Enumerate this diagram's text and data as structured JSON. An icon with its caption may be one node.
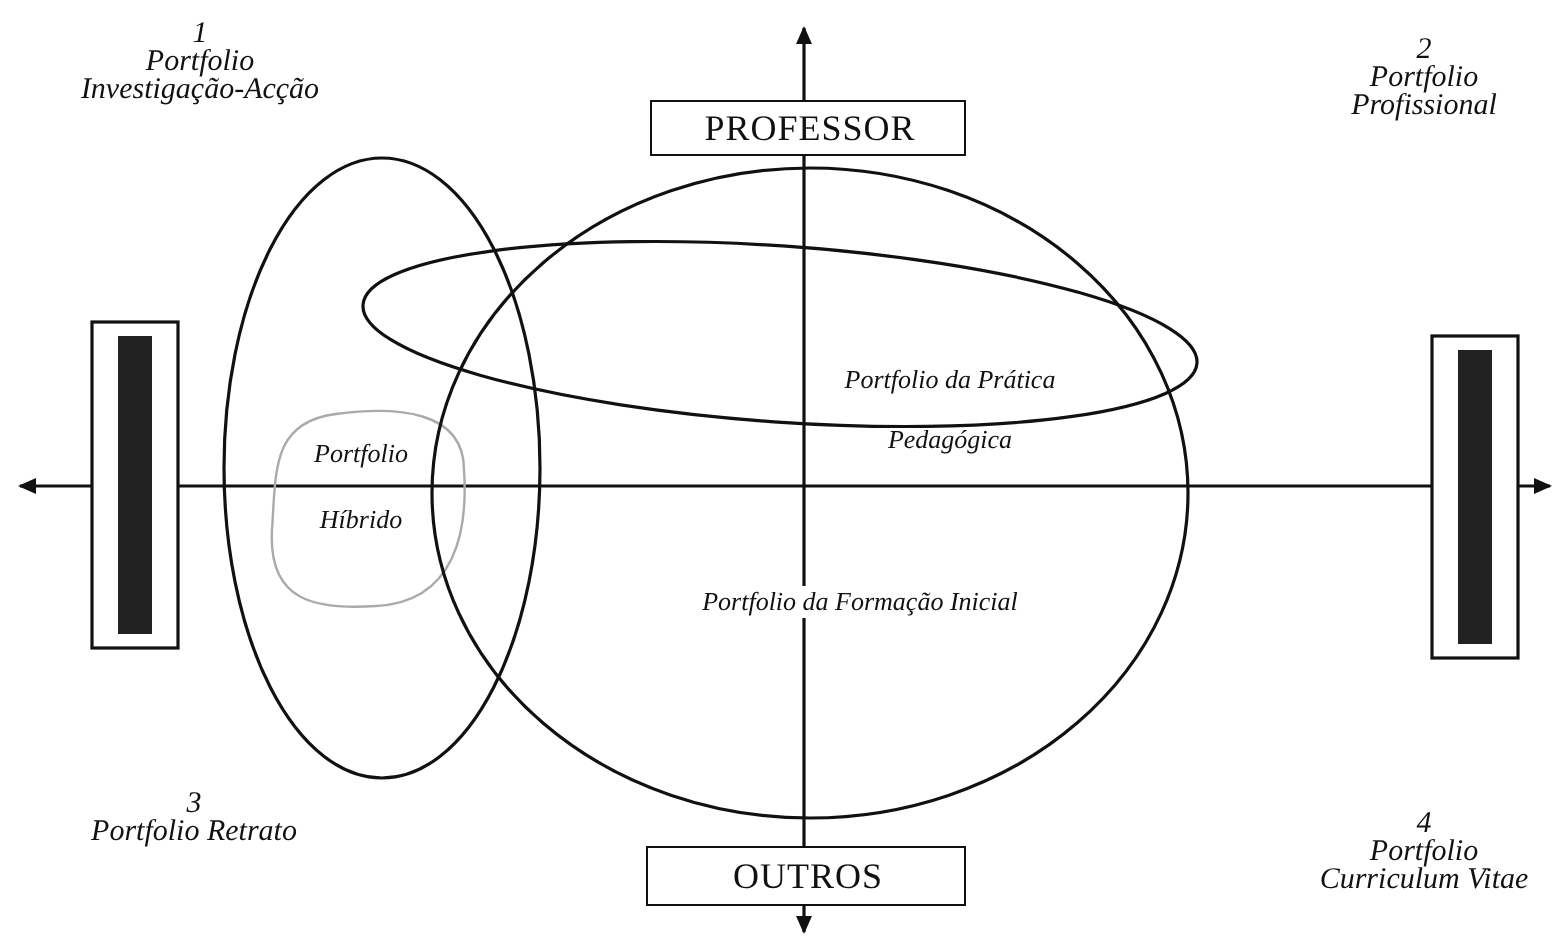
{
  "diagram": {
    "nodes": [
      {
        "text": [
          "PROFESSOR"
        ]
      },
      {
        "text": [],
        "shape": "ellipse"
      },
      {
        "text": [
          "Portfolio da Prática Pedagógica"
        ]
      },
      {
        "text": [
          "Portfolio da Formação Inicial"
        ]
      },
      {
        "text": [],
        "shape": "bar"
      },
      {
        "text": [
          "Portfolio Híbrido"
        ],
        "in": 1
      },
      {
        "text": [],
        "shape": "bar"
      },
      {
        "text": [
          "OUTROS"
        ]
      }
    ],
    "labels": [
      "1",
      "Portfolio Investigação-Acção",
      "2",
      "Portfolio Profissional",
      "3",
      "Portfolio Retrato",
      "4",
      "Portfolio Curriculum Vitae"
    ]
  }
}
